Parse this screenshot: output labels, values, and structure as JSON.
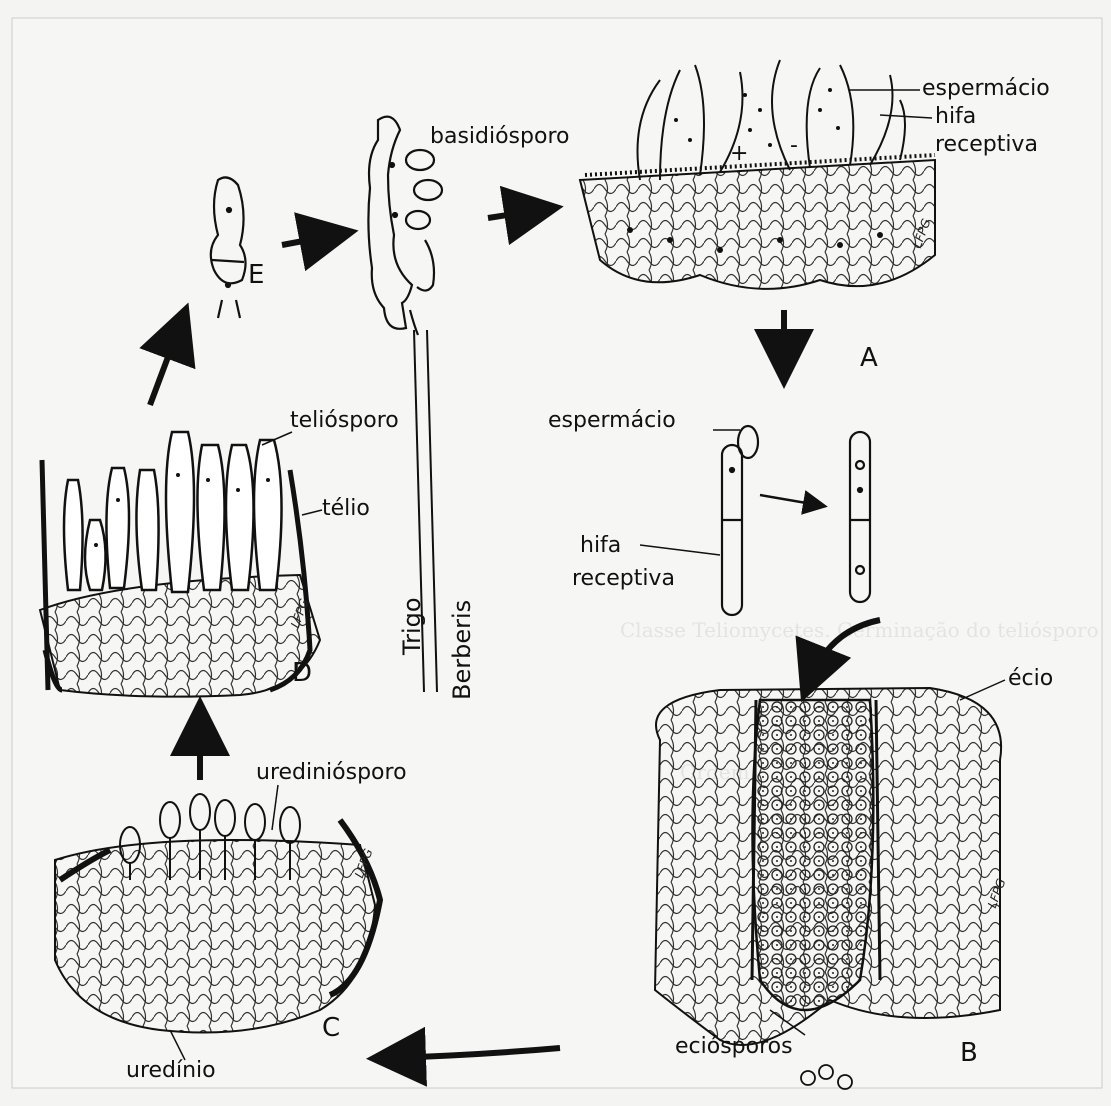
{
  "labels": {
    "basidiosporo": "basidiósporo",
    "espermacio_top": "espermácio",
    "hifa_top": "hifa",
    "receptiva_top": "receptiva",
    "plus": "+",
    "minus": "-",
    "espermacio_mid": "espermácio",
    "hifa_mid": "hifa",
    "receptiva_mid": "receptiva",
    "teliosporo": "teliósporo",
    "telio": "télio",
    "urediniosporo": "urediniósporo",
    "uredinio": "uredínio",
    "ecio": "écio",
    "eciosporos": "eciósporos",
    "trigo": "Trigo",
    "berberis": "Berberis"
  },
  "stage_letters": {
    "A": "A",
    "B": "B",
    "C": "C",
    "D": "D",
    "E": "E"
  },
  "signatures": {
    "sig_a": "LFPG",
    "sig_b": "LFPG",
    "sig_c": "LFPG",
    "sig_d": "LFPG"
  }
}
